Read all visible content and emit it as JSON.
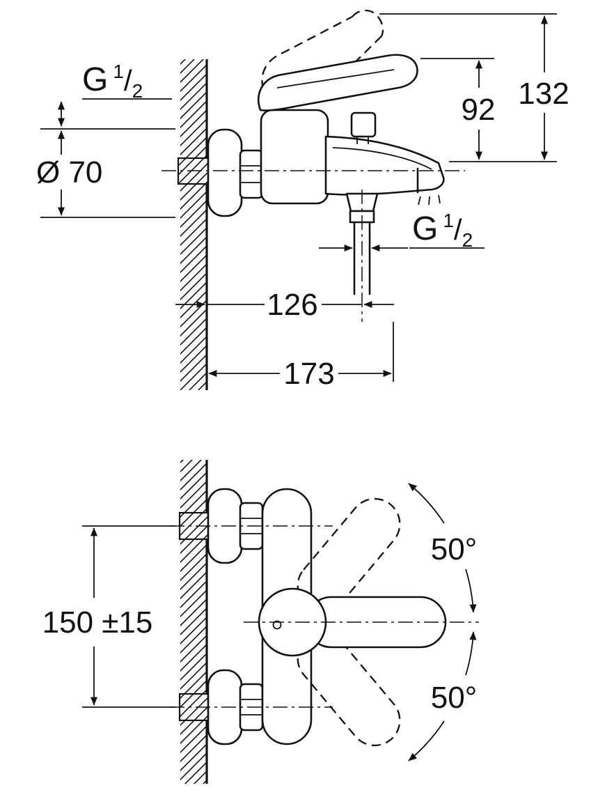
{
  "page": {
    "background": "#ffffff",
    "line_color": "#111111"
  },
  "side_view": {
    "labels": {
      "inlet_thread": {
        "base": "G",
        "sup": "1",
        "slash": "/",
        "sub": "2"
      },
      "escutcheon_diameter": "Ø 70",
      "handle_height": "92",
      "overall_height": "132",
      "hose_thread": {
        "base": "G",
        "sup": "1",
        "slash": "/",
        "sub": "2"
      },
      "hose_offset": "126",
      "overall_depth": "173"
    }
  },
  "plan_view": {
    "labels": {
      "connection_centres": "150 ±15",
      "swivel_up": "50°",
      "swivel_down": "50°"
    }
  }
}
